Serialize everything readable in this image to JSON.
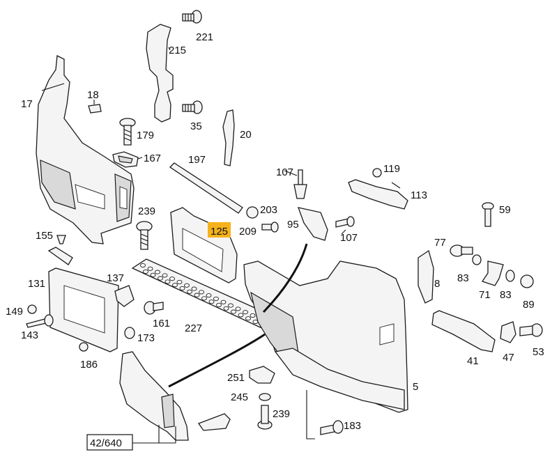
{
  "diagram": {
    "highlight_color": "#f5b21b",
    "highlighted_part": "125",
    "reference_box": "42/640",
    "labels": {
      "p221": "221",
      "p215": "215",
      "p18": "18",
      "p17": "17",
      "p179": "179",
      "p35": "35",
      "p20": "20",
      "p167": "167",
      "p197": "197",
      "p107a": "107",
      "p119": "119",
      "p113": "113",
      "p59": "59",
      "p239a": "239",
      "p203": "203",
      "p125": "125",
      "p209": "209",
      "p95": "95",
      "p107b": "107",
      "p155": "155",
      "p77": "77",
      "p83a": "83",
      "p131": "131",
      "p137": "137",
      "p8": "8",
      "p71": "71",
      "p83b": "83",
      "p89": "89",
      "p149": "149",
      "p161": "161",
      "p227": "227",
      "p143": "143",
      "p173": "173",
      "p186": "186",
      "p41": "41",
      "p47": "47",
      "p53": "53",
      "p251": "251",
      "p5": "5",
      "p245": "245",
      "p239b": "239",
      "p183": "183"
    }
  }
}
